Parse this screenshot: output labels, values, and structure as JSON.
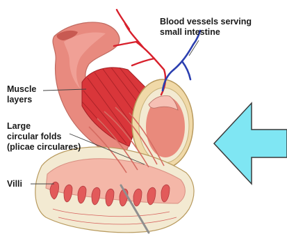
{
  "labels": {
    "blood_vessels": [
      "Blood vessels serving",
      "small intestine"
    ],
    "muscle_layers": [
      "Muscle",
      "layers"
    ],
    "circular_folds": [
      "Large",
      "circular folds",
      "(plicae circulares)"
    ],
    "villi": "Villi"
  },
  "arrow": {
    "fill": "#7fe6f3",
    "stroke": "#3a3a3a",
    "direction": "left"
  },
  "colors": {
    "intestine_outer": "#e88a7f",
    "intestine_shade": "#c85a52",
    "muscle": "#d9363a",
    "muscle_dark": "#a31f25",
    "serosa": "#f0d9a8",
    "mucosa": "#f4b7a8",
    "artery": "#d8202c",
    "vein": "#2b3fb0",
    "submucosa": "#f3ead2"
  }
}
